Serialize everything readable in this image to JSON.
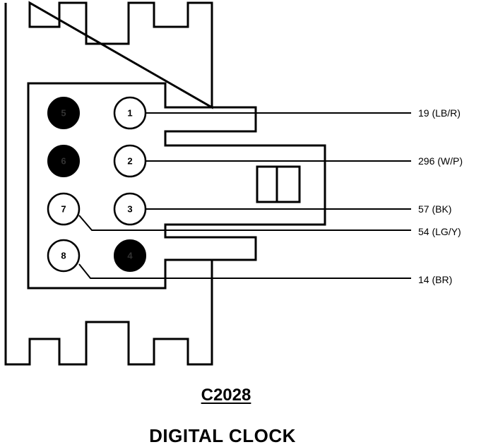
{
  "connector": {
    "id": "C2028",
    "name": "DIGITAL CLOCK",
    "pins": [
      {
        "number": "1",
        "filled": false
      },
      {
        "number": "2",
        "filled": false
      },
      {
        "number": "3",
        "filled": false
      },
      {
        "number": "4",
        "filled": true
      },
      {
        "number": "5",
        "filled": true
      },
      {
        "number": "6",
        "filled": true
      },
      {
        "number": "7",
        "filled": false
      },
      {
        "number": "8",
        "filled": false
      }
    ],
    "wires": [
      {
        "pin": "1",
        "label": "19 (LB/R)"
      },
      {
        "pin": "2",
        "label": "296 (W/P)"
      },
      {
        "pin": "3",
        "label": "57 (BK)"
      },
      {
        "pin": "7",
        "label": "54 (LG/Y)"
      },
      {
        "pin": "8",
        "label": "14 (BR)"
      }
    ]
  },
  "colors": {
    "line": "#000000",
    "background": "#ffffff",
    "filled_pin": "#000000"
  }
}
